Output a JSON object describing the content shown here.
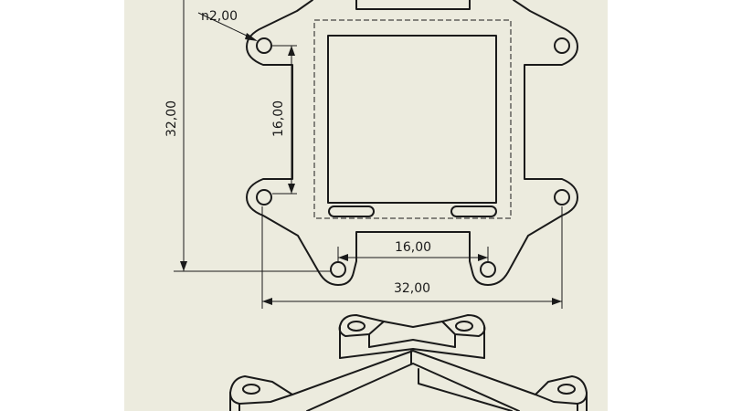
{
  "dimensions": {
    "hole_diameter": "n2,00",
    "overall_height": "32,00",
    "hole_spacing_vertical": "16,00",
    "hole_spacing_horizontal": "16,00",
    "overall_width": "32,00"
  },
  "colors": {
    "sheet": "#ecebde",
    "line": "#1a1a1a",
    "outside": "#ffffff"
  }
}
